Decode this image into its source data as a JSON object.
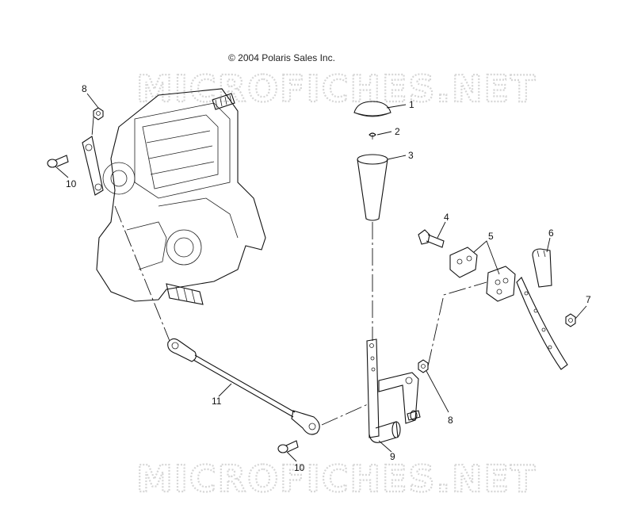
{
  "copyright": "© 2004 Polaris Sales Inc.",
  "watermark": "MICROFICHES.NET",
  "callouts": [
    {
      "id": "1",
      "label": "1"
    },
    {
      "id": "2",
      "label": "2"
    },
    {
      "id": "3",
      "label": "3"
    },
    {
      "id": "4",
      "label": "4"
    },
    {
      "id": "5",
      "label": "5"
    },
    {
      "id": "6",
      "label": "6"
    },
    {
      "id": "7",
      "label": "7"
    },
    {
      "id": "8a",
      "label": "8"
    },
    {
      "id": "8b",
      "label": "8"
    },
    {
      "id": "9",
      "label": "9"
    },
    {
      "id": "10a",
      "label": "10"
    },
    {
      "id": "10b",
      "label": "10"
    },
    {
      "id": "11",
      "label": "11"
    }
  ]
}
